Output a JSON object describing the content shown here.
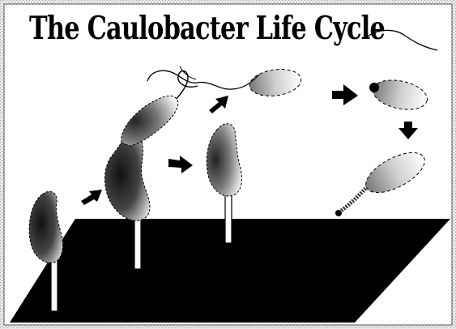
{
  "figure": {
    "title": "The Caulobacter Life Cycle",
    "colors": {
      "platform": "#000000",
      "cell_dark": "#1a1a1a",
      "cell_light": "#ffffff",
      "arrow": "#000000",
      "border": "#888888"
    },
    "stages": [
      {
        "id": "stage-1",
        "desc": "stalked-cell"
      },
      {
        "id": "stage-2",
        "desc": "predivisional-cell"
      },
      {
        "id": "stage-3",
        "desc": "stalked-cell-after-division"
      },
      {
        "id": "stage-4",
        "desc": "swarmer-cell"
      },
      {
        "id": "stage-5",
        "desc": "swarmer-cell-losing-flagellum"
      },
      {
        "id": "stage-6",
        "desc": "differentiating-stalked-cell"
      }
    ]
  }
}
